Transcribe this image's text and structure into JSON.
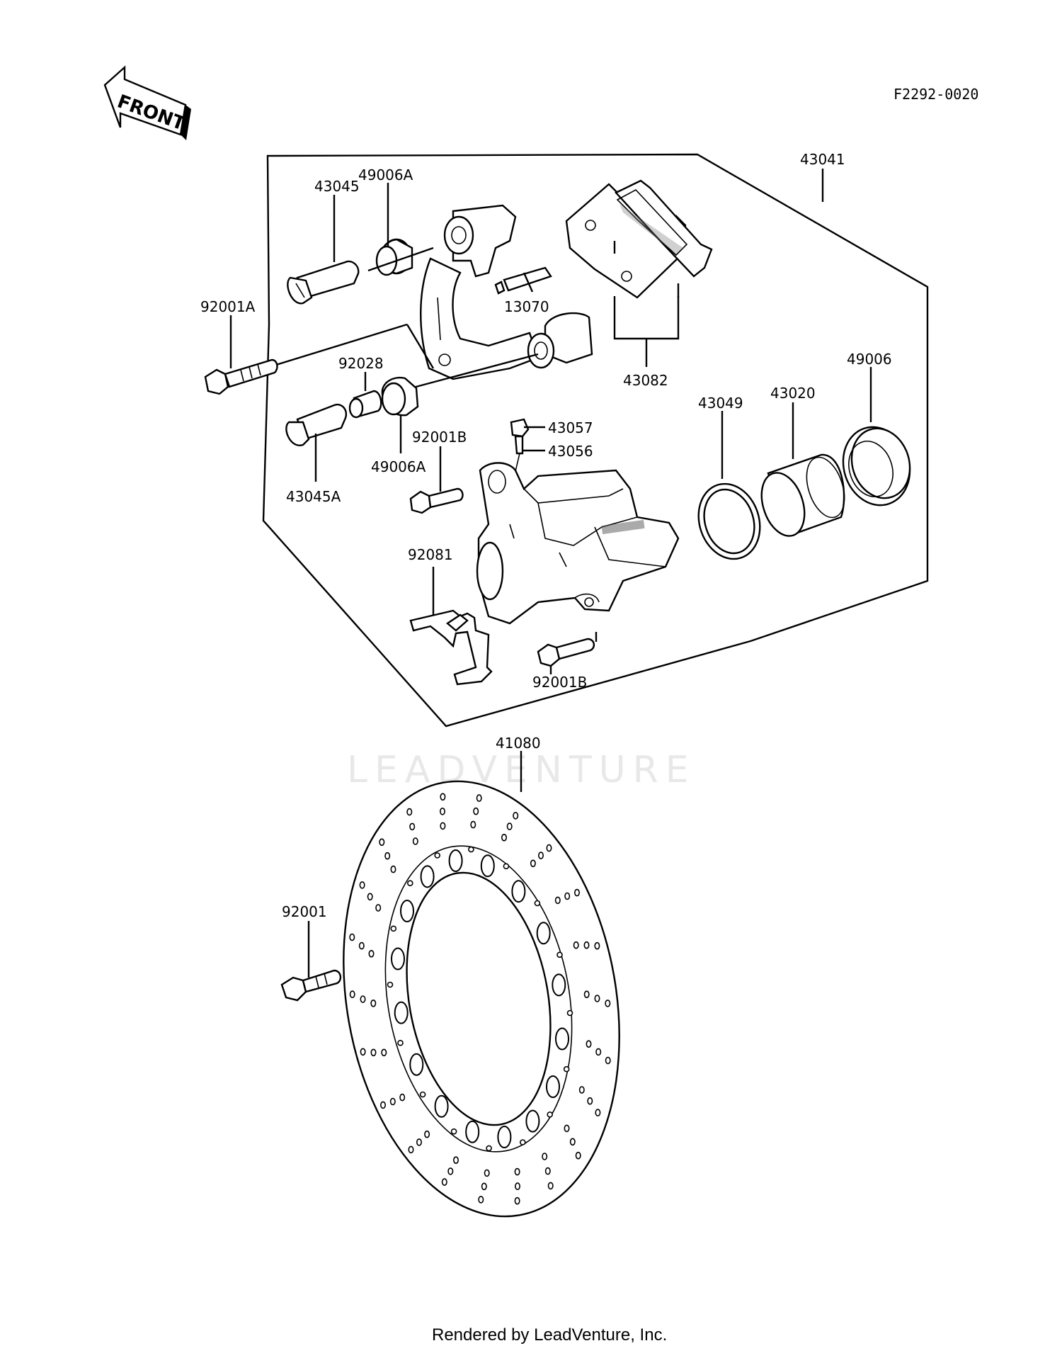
{
  "diagram": {
    "figure_code": "F2292-0020",
    "front_label": "FRONT",
    "watermark": "LEADVENTURE",
    "footer": "Rendered by LeadVenture, Inc."
  },
  "parts": {
    "p43041": "43041",
    "p49006A_top": "49006A",
    "p43045": "43045",
    "p13070": "13070",
    "p43082": "43082",
    "p92001A": "92001A",
    "p92028": "92028",
    "p49006": "49006",
    "p43049": "43049",
    "p43020": "43020",
    "p92001B_top": "92001B",
    "p43057": "43057",
    "p43056": "43056",
    "p49006A_bottom": "49006A",
    "p43045A": "43045A",
    "p92081": "92081",
    "p92001B_bottom": "92001B",
    "p41080": "41080",
    "p92001": "92001"
  }
}
